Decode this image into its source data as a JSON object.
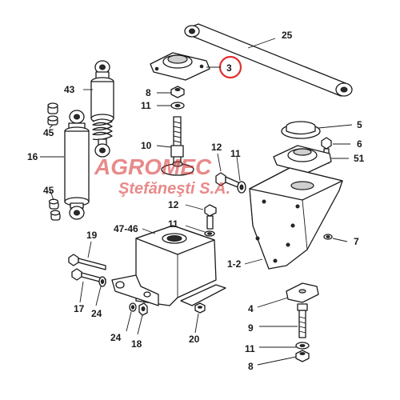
{
  "callouts": {
    "c25": "25",
    "c3": "3",
    "c43": "43",
    "c8a": "8",
    "c11a": "11",
    "c45a": "45",
    "c16": "16",
    "c45b": "45",
    "c10": "10",
    "c12a": "12",
    "c11b": "11",
    "c5": "5",
    "c6": "6",
    "c51": "51",
    "c12b": "12",
    "c11c": "11",
    "c4746": "47-46",
    "c19": "19",
    "c7": "7",
    "c12": "1-2",
    "c17": "17",
    "c24a": "24",
    "c24b": "24",
    "c18": "18",
    "c20": "20",
    "c4": "4",
    "c9": "9",
    "c11d": "11",
    "c8b": "8"
  },
  "watermark": {
    "line1": "AGROMEC",
    "line2": "Ştefăneşti S.A."
  },
  "colors": {
    "highlight": "#e03030",
    "watermark": "#d62a2a",
    "ink": "#1a1a1a"
  }
}
